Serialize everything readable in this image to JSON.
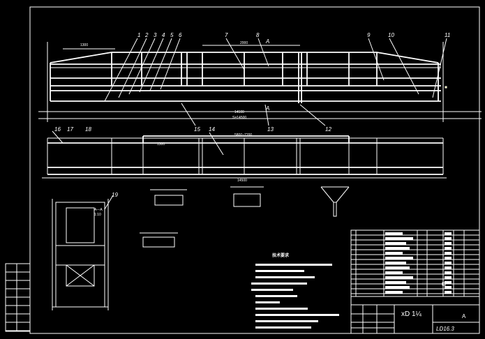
{
  "drawing": {
    "part_numbers_top": [
      "1",
      "2",
      "3",
      "4",
      "5",
      "6",
      "7",
      "8",
      "9",
      "10",
      "11",
      "13",
      "15",
      "12"
    ],
    "part_numbers_mid": [
      "16",
      "17",
      "18",
      "14"
    ],
    "section_labels": {
      "a_top": "A",
      "a_bottom": "A",
      "section": "A—A",
      "scale": "1:10",
      "detail_no": "19"
    },
    "dimensions": {
      "left_span": "1300",
      "overall": "14500",
      "span": "S=14500",
      "center": "2000",
      "bottom_overall": "14500",
      "mid_top": "1300",
      "mid_center": "5800~7200"
    },
    "notes_title": "技术要求",
    "notes_count": 11
  },
  "title_block": {
    "drawing_title": "xD 1¼",
    "code": "LD16.3",
    "sheet_mark": "A"
  },
  "colors": {
    "background": "#000000",
    "line": "#ffffff",
    "highlight": "#ffff00"
  }
}
